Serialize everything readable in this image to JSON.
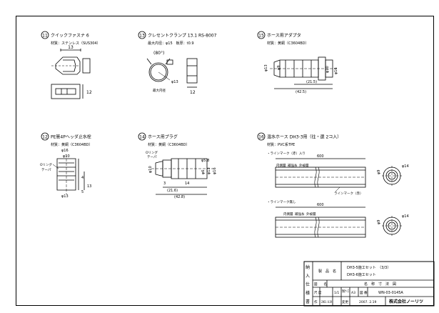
{
  "parts": [
    {
      "num": "11",
      "title": "クイックファスナ 6",
      "material": "材質：ステンレス（SUS304）",
      "dims": {
        "width": "13",
        "height": "12"
      }
    },
    {
      "num": "13",
      "title": "クレセントクランプ 13.1 RS-8007",
      "material": "最大内径：φ15　板厚：t0.9",
      "dims": {
        "angle": "(80°)",
        "diameter": "φ13",
        "thickness": "12",
        "label": "最大内径"
      }
    },
    {
      "num": "15",
      "title": "ホース用アダプタ",
      "material": "材質：黄銅（C3604BD）",
      "dims": {
        "d13": "φ13",
        "d9": "φ9",
        "d10": "φ10",
        "d16": "φ16",
        "len1": "(21.5)",
        "total": "(42.5)"
      }
    },
    {
      "num": "12",
      "title": "PE管4Pヘッダ止水栓",
      "material": "材質：黄銅（C3604BD）",
      "dims": {
        "d16": "φ16",
        "d10": "φ10",
        "oring": "Oリング",
        "tape": "テーパ",
        "d13": "φ13",
        "h1": "4",
        "h2": "5",
        "h3": "13"
      }
    },
    {
      "num": "14",
      "title": "ホース用プラグ",
      "material": "材質：黄銅（C3604BD）",
      "dims": {
        "oring": "Oリング",
        "tape": "テーパ",
        "d10": "φ10",
        "d6": "φ6",
        "d13": "φ13",
        "d16": "φ16",
        "d58": "φ5.8",
        "l3": "3",
        "l14": "14",
        "l21": "(21.6)",
        "total": "(42.8)"
      }
    },
    {
      "num": "16",
      "title": "温水ホース DH3-3用（往・還 2コ入）",
      "material": "材質：PVC系TPE",
      "dims": {
        "with_mark": "・ラインマーク（赤）入り",
        "without_mark": "・ラインマーク無し",
        "len": "600",
        "inner": "内側層",
        "reinf": "補強糸",
        "outer": "外被層",
        "line_mark": "ラインマーク（赤）",
        "d9": "φ9",
        "d14": "φ14"
      }
    }
  ],
  "title_block": {
    "side": "納入仕様書",
    "product_label": "製　品　名",
    "products": [
      "DH3-5施工セット　（3/3）",
      "DH3-6施工セット"
    ],
    "figure_label": "図　　名",
    "figure_name": "名　称　寸　法　図",
    "scale_label": "尺 度",
    "scale": "1/1",
    "paper_label": "用紙サイズ",
    "paper": "A3",
    "drawing_label": "図 番",
    "drawing": "WN-03-0145A",
    "made_label": "作",
    "made_date": "2003. 8.19",
    "revised_label": "変更",
    "revised_date": "2007. 2.19",
    "company": "株式会社ノーリツ"
  }
}
